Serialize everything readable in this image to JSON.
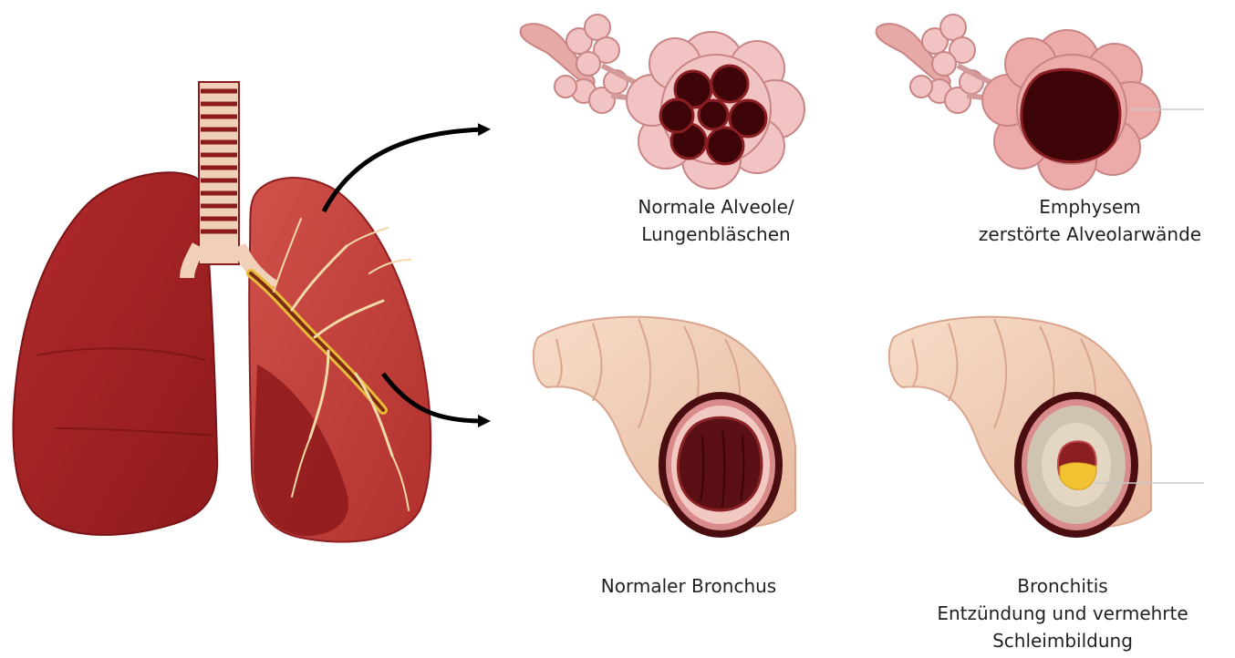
{
  "captions": {
    "normal_alveole": [
      "Normale Alveole/",
      "Lungenbläschen"
    ],
    "emphysem": [
      "Emphysem",
      "zerstörte Alveolarwände"
    ],
    "normal_bronchus": [
      "Normaler Bronchus"
    ],
    "bronchitis": [
      "Bronchitis",
      "Entzündung und vermehrte",
      "Schleimbildung"
    ]
  },
  "colors": {
    "lung_dark": "#8e1a1c",
    "lung_mid": "#b5282b",
    "lung_light": "#c9463f",
    "trachea_ring": "#8b1a1a",
    "trachea_cartilage": "#f0d0b8",
    "alveoli_pink": "#f2c3c3",
    "alveoli_outline": "#c98585",
    "alveoli_cavity": "#3d0508",
    "bronchus_tan": "#f2cdb6",
    "bronchus_rim": "#4a0d10",
    "bronchus_lumen": "#5a1015",
    "mucus_yellow": "#f1c232",
    "arrow": "#000000",
    "text": "#231f20"
  }
}
